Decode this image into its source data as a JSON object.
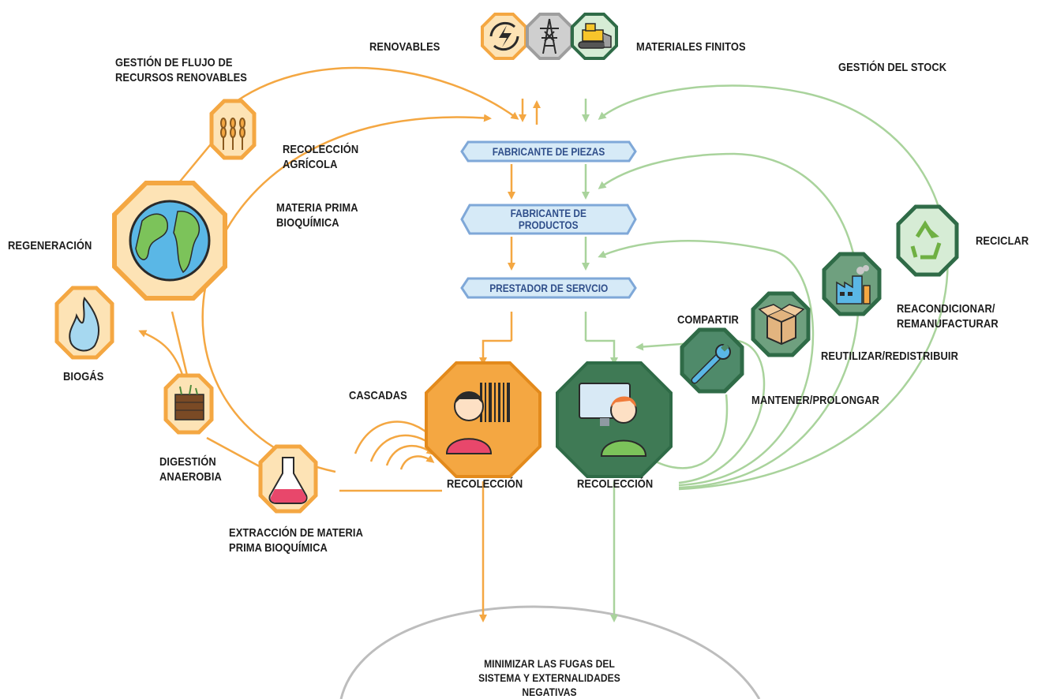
{
  "colors": {
    "renewable": "#f4a742",
    "renewable_dark": "#e38a1c",
    "finite": "#a9d39c",
    "finite_dark": "#2f6b47",
    "banner_fill": "#d6eaf7",
    "banner_stroke": "#7fa8d8",
    "leak": "#bdbdbd"
  },
  "top": {
    "renewables": "RENOVABLES",
    "finite_materials": "MATERIALES FINITOS",
    "renewable_flow_management": "GESTIÓN DE FLUJO DE\nRECURSOS RENOVABLES",
    "stock_management": "GESTIÓN DEL STOCK"
  },
  "chain": {
    "parts_maker": "FABRICANTE DE PIEZAS",
    "product_maker": "FABRICANTE DE\nPRODUCTOS",
    "service_provider": "PRESTADOR DE SERVCIO"
  },
  "bio": {
    "agricultural_collection": "RECOLECCIÓN\nAGRÍCOLA",
    "biochemical_feedstock": "MATERIA PRIMA\nBIOQUÍMICA",
    "regeneration": "REGENERACIÓN",
    "biogas": "BIOGÁS",
    "anaerobic_digestion": "DIGESTIÓN\nANAEROBIA",
    "feedstock_extraction": "EXTRACCIÓN DE MATERIA\nPRIMA BIOQUÍMICA",
    "cascades": "CASCADAS",
    "collection": "RECOLECCIÓN"
  },
  "tech": {
    "collection": "RECOLECCIÓN",
    "share": "COMPARTIR",
    "maintain": "MANTENER/PROLONGAR",
    "reuse": "REUTILIZAR/REDISTRIBUIR",
    "refurbish": "REACONDICIONAR/\nREMANUFACTURAR",
    "recycle": "RECICLAR"
  },
  "bottom": {
    "leakage": "MINIMIZAR LAS FUGAS DEL\nSISTEMA Y EXTERNALIDADES\nNEGATIVAS"
  },
  "icons": {
    "renewable_energy": "renewable-energy-icon",
    "power_tower": "power-tower-icon",
    "bulldozer": "bulldozer-icon",
    "wheat": "wheat-icon",
    "earth": "earth-icon",
    "flame": "flame-icon",
    "soil": "soil-icon",
    "flask": "flask-icon",
    "barcode_person": "barcode-person-icon",
    "computer_user": "computer-user-icon",
    "wrench": "wrench-icon",
    "box": "box-icon",
    "factory": "factory-icon",
    "recycle": "recycle-icon"
  }
}
